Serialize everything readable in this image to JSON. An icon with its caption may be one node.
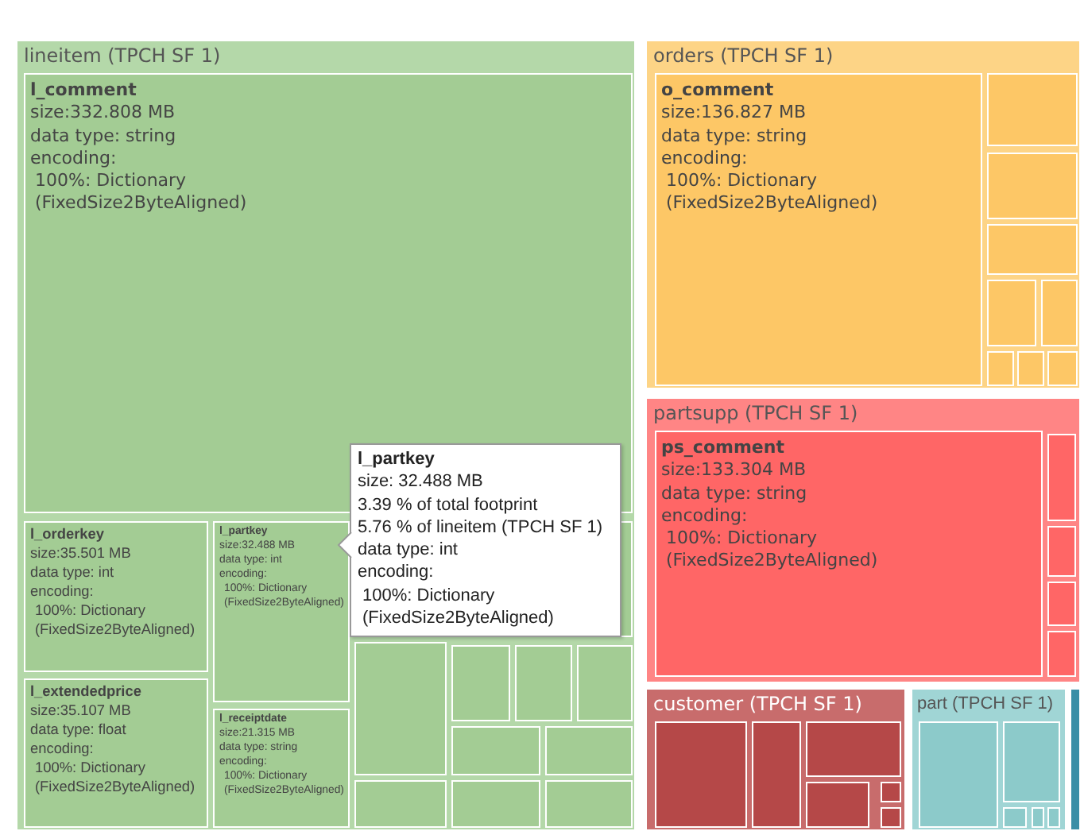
{
  "diagram": {
    "nodes": [
      {
        "text": [
          "lineitem (TPCH SF 1)"
        ]
      },
      {
        "text": [
          "l_comment",
          "size:332.808 MB",
          "data type: string",
          "encoding:",
          "100%: Dictionary",
          "(FixedSize2ByteAligned)"
        ],
        "in": 0
      },
      {
        "text": [
          "l_orderkey",
          "size:35.501 MB",
          "data type: int",
          "encoding:",
          "100%: Dictionary",
          "(FixedSize2ByteAligned)"
        ],
        "in": 0
      },
      {
        "text": [
          "l_extendedprice",
          "size:35.107 MB",
          "data type: float",
          "encoding:",
          "100%: Dictionary",
          "(FixedSize2ByteAligned)"
        ],
        "in": 0
      },
      {
        "text": [
          "l_partkey",
          "size:32.488 MB",
          "data type: int",
          "encoding:",
          "100%: Dictionary",
          "(FixedSize2ByteAligned)"
        ],
        "in": 0
      },
      {
        "text": [
          "l_receiptdate",
          "size:21.315 MB",
          "data type: string",
          "encoding:",
          "100%: Dictionary",
          "(FixedSize2ByteAligned)"
        ],
        "in": 0
      },
      {
        "text": [],
        "shape": "box",
        "in": 0
      },
      {
        "text": [],
        "shape": "box",
        "in": 0
      },
      {
        "text": [],
        "shape": "box",
        "in": 0
      },
      {
        "text": [],
        "shape": "box",
        "in": 0
      },
      {
        "text": [],
        "shape": "box",
        "in": 0
      },
      {
        "text": [],
        "shape": "box",
        "in": 0
      },
      {
        "text": [],
        "shape": "box",
        "in": 0
      },
      {
        "text": [],
        "shape": "box",
        "in": 0
      },
      {
        "text": [],
        "shape": "box",
        "in": 0
      },
      {
        "text": [],
        "shape": "box",
        "in": 0
      },
      {
        "text": [
          "orders (TPCH SF 1)"
        ]
      },
      {
        "text": [
          "o_comment",
          "size:136.827 MB",
          "data type: string",
          "encoding:",
          "100%: Dictionary",
          "(FixedSize2ByteAligned)"
        ],
        "in": 16
      },
      {
        "text": [],
        "shape": "box",
        "in": 16
      },
      {
        "text": [],
        "shape": "box",
        "in": 16
      },
      {
        "text": [],
        "shape": "box",
        "in": 16
      },
      {
        "text": [],
        "shape": "box",
        "in": 16
      },
      {
        "text": [],
        "shape": "box",
        "in": 16
      },
      {
        "text": [],
        "shape": "box",
        "in": 16
      },
      {
        "text": [],
        "shape": "box",
        "in": 16
      },
      {
        "text": [],
        "shape": "box",
        "in": 16
      },
      {
        "text": [
          "partsupp (TPCH SF 1)"
        ]
      },
      {
        "text": [
          "ps_comment",
          "size:133.304 MB",
          "data type: string",
          "encoding:",
          "100%: Dictionary",
          "(FixedSize2ByteAligned)"
        ],
        "in": 26
      },
      {
        "text": [],
        "shape": "box",
        "in": 26
      },
      {
        "text": [],
        "shape": "box",
        "in": 26
      },
      {
        "text": [],
        "shape": "box",
        "in": 26
      },
      {
        "text": [],
        "shape": "box",
        "in": 26
      },
      {
        "text": [
          "customer (TPCH SF 1)"
        ]
      },
      {
        "text": [],
        "shape": "box",
        "in": 32
      },
      {
        "text": [],
        "shape": "box",
        "in": 32
      },
      {
        "text": [],
        "shape": "box",
        "in": 32
      },
      {
        "text": [],
        "shape": "box",
        "in": 32
      },
      {
        "text": [],
        "shape": "box",
        "in": 32
      },
      {
        "text": [],
        "shape": "box",
        "in": 32
      },
      {
        "text": [
          "part (TPCH SF 1)"
        ]
      },
      {
        "text": [],
        "shape": "box",
        "in": 39
      },
      {
        "text": [],
        "shape": "box",
        "in": 39
      },
      {
        "text": [],
        "shape": "box",
        "in": 39
      },
      {
        "text": [],
        "shape": "box",
        "in": 39
      },
      {
        "text": [],
        "shape": "box",
        "in": 39
      },
      {
        "text": [],
        "shape": "box"
      },
      {
        "text": [
          "l_partkey",
          "size: 32.488 MB",
          "3.39 % of total footprint",
          "5.76 % of lineitem (TPCH SF 1)",
          "data type: int",
          "encoding:",
          "100%: Dictionary",
          "(FixedSize2ByteAligned)"
        ],
        "in": 0
      }
    ]
  }
}
